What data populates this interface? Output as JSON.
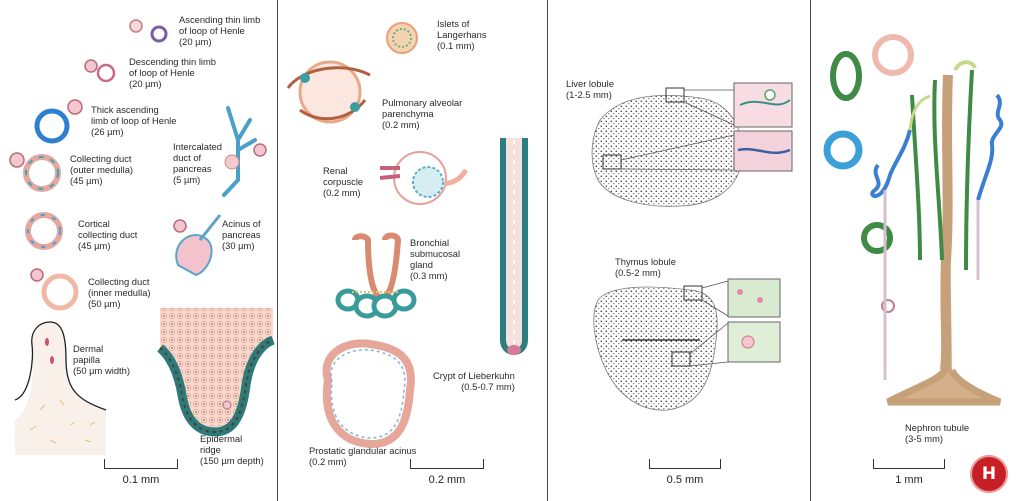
{
  "panel1": {
    "labels": [
      {
        "title": "Ascending thin limb\nof loop of Henle",
        "dim": "(20 µm)"
      },
      {
        "title": "Descending thin limb\nof loop of Henle",
        "dim": "(20 µm)"
      },
      {
        "title": "Thick ascending\nlimb of loop of Henle",
        "dim": "(26 µm)"
      },
      {
        "title": "Collecting duct\n(outer medulla)",
        "dim": "(45 µm)"
      },
      {
        "title": "Intercalated\nduct of\npancreas",
        "dim": "(5 µm)"
      },
      {
        "title": "Cortical\ncollecting duct",
        "dim": "(45 µm)"
      },
      {
        "title": "Acinus of\npancreas",
        "dim": "(30 µm)"
      },
      {
        "title": "Collecting duct\n(inner medulla)",
        "dim": "(50 µm)"
      },
      {
        "title": "Dermal\npapilla",
        "dim": "(50 µm width)"
      },
      {
        "title": "Epidermal\nridge",
        "dim": "(150 µm depth)"
      }
    ],
    "scale": "0.1 mm"
  },
  "panel2": {
    "labels": [
      {
        "title": "Islets of\nLangerhans",
        "dim": "(0.1 mm)"
      },
      {
        "title": "Pulmonary alveolar\nparenchyma",
        "dim": "(0.2 mm)"
      },
      {
        "title": "Renal\ncorpuscle",
        "dim": "(0.2 mm)"
      },
      {
        "title": "Bronchial\nsubmucosal\ngland",
        "dim": "(0.3 mm)"
      },
      {
        "title": "Crypt of Lieberkuhn",
        "dim": "(0.5-0.7 mm)"
      },
      {
        "title": "Prostatic glandular acinus",
        "dim": "(0.2 mm)"
      }
    ],
    "scale": "0.2 mm"
  },
  "panel3": {
    "labels": [
      {
        "title": "Liver lobule",
        "dim": "(1-2.5 mm)"
      },
      {
        "title": "Thymus lobule",
        "dim": "(0.5-2 mm)"
      }
    ],
    "scale": "0.5 mm"
  },
  "panel4": {
    "labels": [
      {
        "title": "Nephron tubule",
        "dim": "(3-5 mm)"
      }
    ],
    "scale": "1 mm",
    "logo_letter": "H"
  },
  "colors": {
    "teal": "#2f8f8a",
    "pink": "#e7a7b5",
    "blue": "#3b8ed6",
    "green": "#3f8a44",
    "purple": "#6b55a8",
    "brown": "#b8926e",
    "logo_red": "#c81f25"
  }
}
